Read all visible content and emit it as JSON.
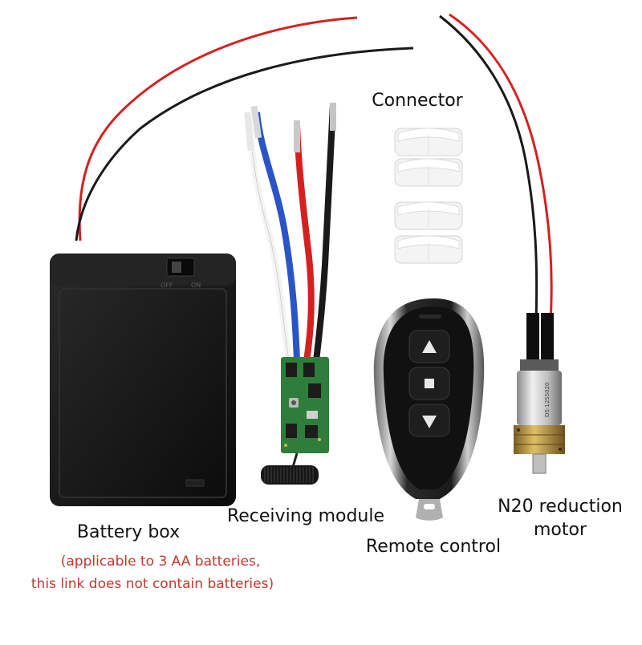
{
  "labels": {
    "connector": "Connector",
    "receiving_module": "Receiving module",
    "battery_box": "Battery box",
    "remote_control": "Remote control",
    "motor_line1": "N20 reduction",
    "motor_line2": "motor",
    "battery_note_line1": "(applicable to 3 AA batteries,",
    "battery_note_line2": "this link does not contain batteries)"
  },
  "switch_labels": {
    "off": "OFF",
    "on": "ON"
  },
  "motor_print": "DS-12SS020",
  "colors": {
    "background": "#ffffff",
    "note_text": "#c0392b",
    "wire_red": "#d62020",
    "wire_black": "#1a1a1a",
    "wire_blue": "#2a55c8",
    "wire_white": "#f2f2f2",
    "pcb_green": "#2f7d3a",
    "brass": "#c9a24a"
  }
}
